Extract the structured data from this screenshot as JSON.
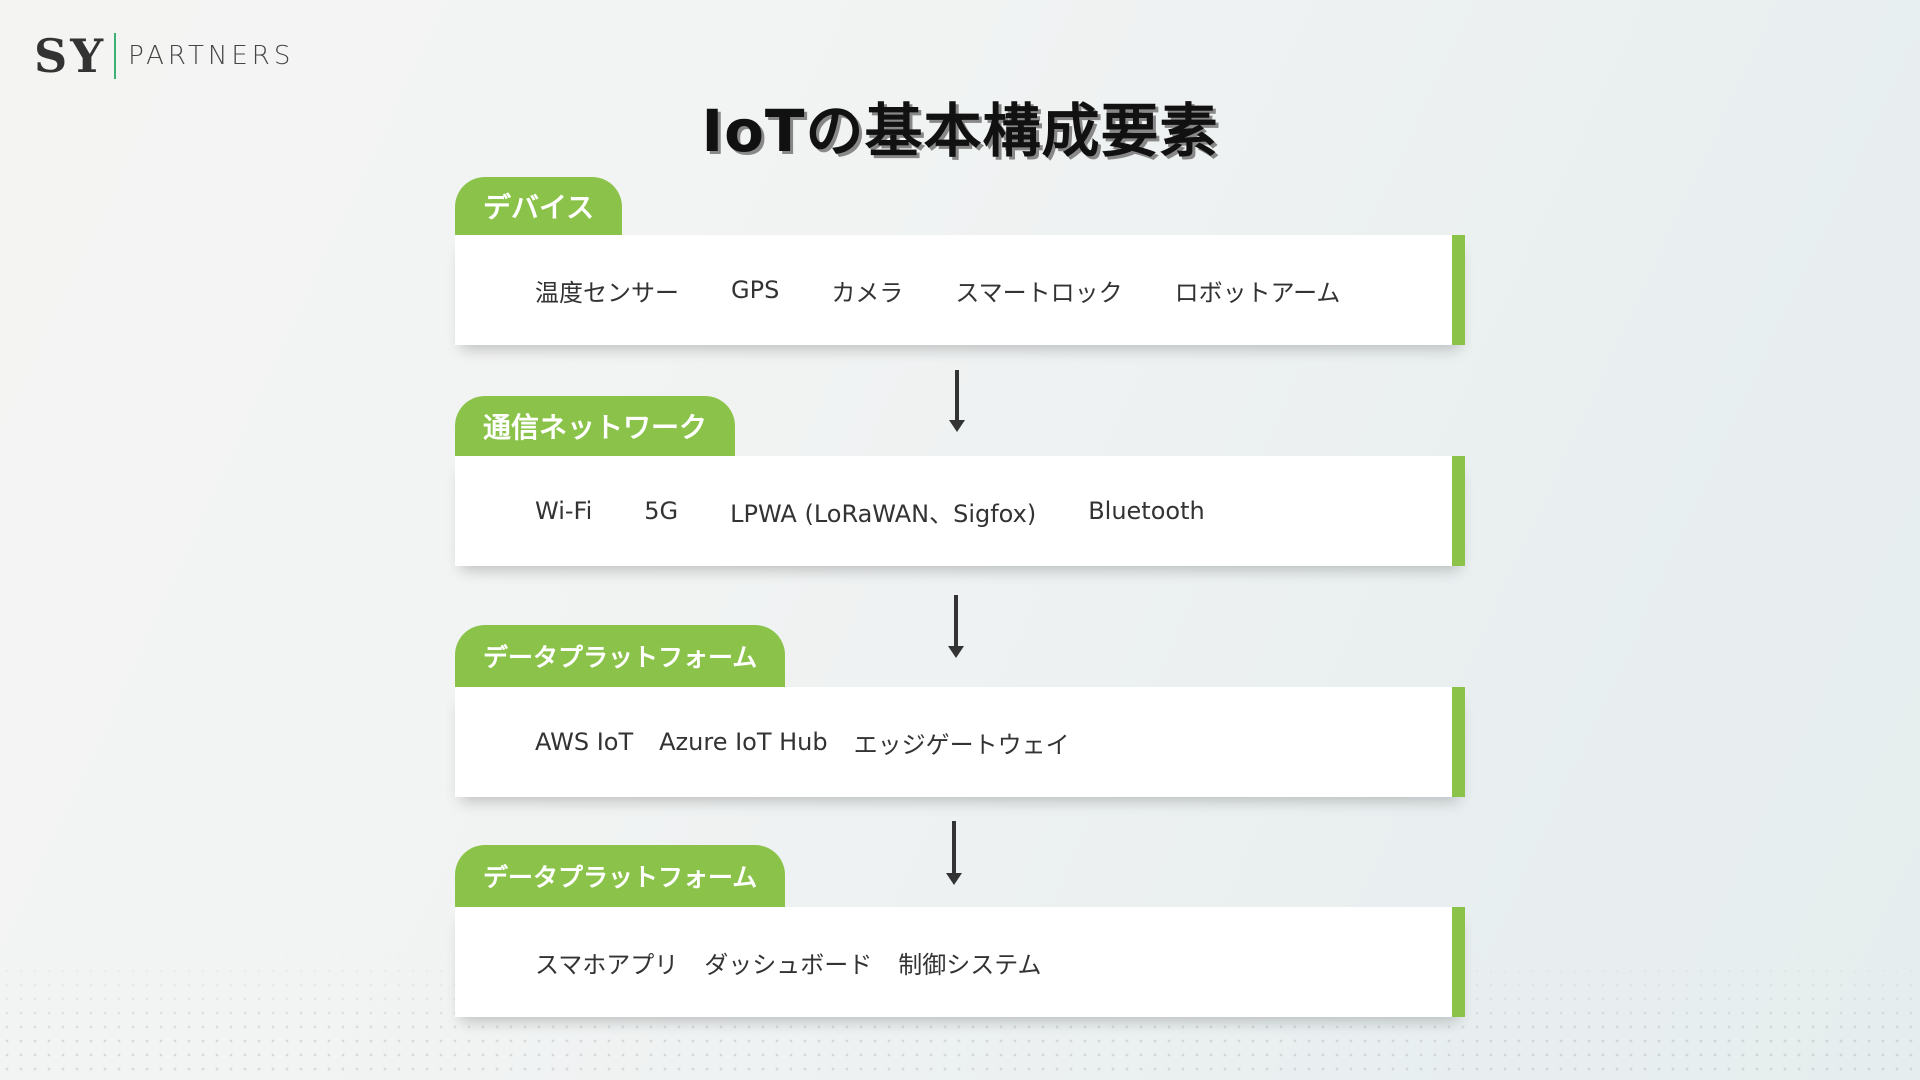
{
  "logo": {
    "mark": "SY",
    "name": "PARTNERS"
  },
  "title": "IoTの基本構成要素",
  "colors": {
    "accent": "#8bc34a",
    "divider": "#3bb273",
    "text": "#333333"
  },
  "sections": [
    {
      "label": "デバイス",
      "items": [
        "温度センサー",
        "GPS",
        "カメラ",
        "スマートロック",
        "ロボットアーム"
      ]
    },
    {
      "label": "通信ネットワーク",
      "items": [
        "Wi-Fi",
        "5G",
        "LPWA (LoRaWAN、Sigfox)",
        "Bluetooth"
      ]
    },
    {
      "label": "データプラットフォーム",
      "items": [
        "AWS IoT",
        "Azure IoT Hub",
        "エッジゲートウェイ"
      ]
    },
    {
      "label": "データプラットフォーム",
      "items": [
        "スマホアプリ",
        "ダッシュボード",
        "制御システム"
      ]
    }
  ],
  "icons": {
    "flow_arrow": "arrow-down-icon"
  }
}
